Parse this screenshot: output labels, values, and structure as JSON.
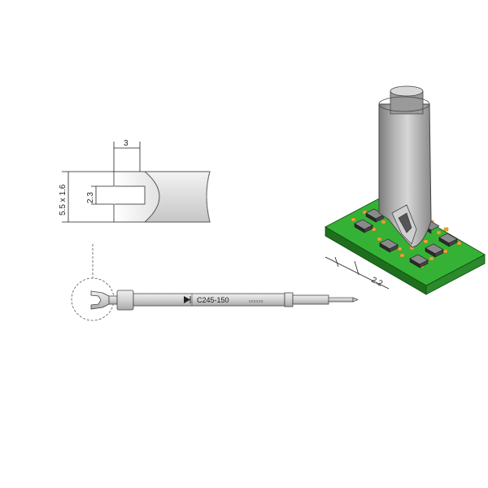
{
  "diagram": {
    "dimensions": {
      "width": "3",
      "height": "5.5 x 1.6",
      "slot": "2.3",
      "pad_pitch": "2.2"
    },
    "tip": {
      "part_number": "C245-150",
      "marking": "xxxxxx"
    }
  }
}
